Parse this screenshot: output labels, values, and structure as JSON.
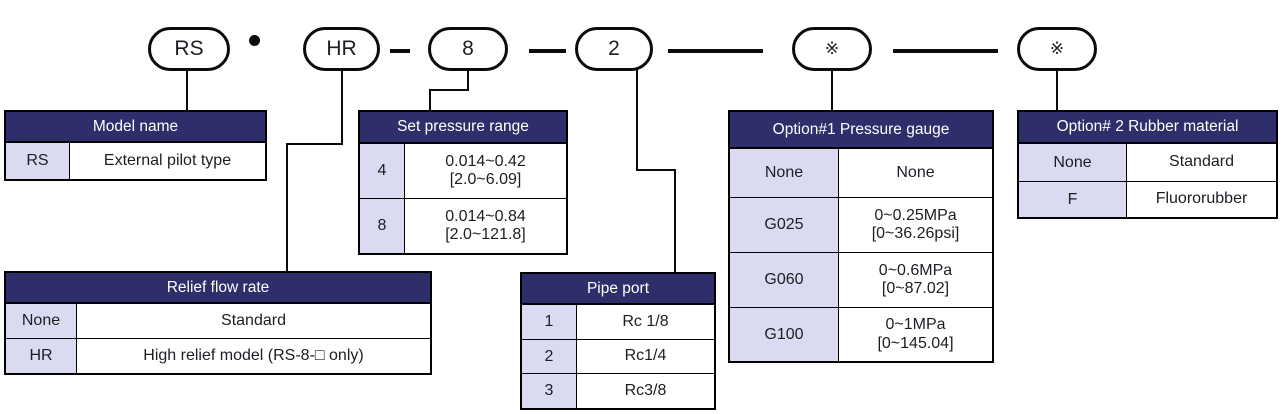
{
  "theme": {
    "header_bg": "#2e2e6a",
    "code_cell_bg": "#dadaf0",
    "header_text": "#ffffff",
    "text": "#1d1d24",
    "line_color": "#0b0b0b"
  },
  "code_segments": [
    {
      "label": "RS"
    },
    {
      "label": "HR"
    },
    {
      "label": "8"
    },
    {
      "label": "2"
    },
    {
      "label": "※"
    },
    {
      "label": "※"
    }
  ],
  "tables": {
    "model_name": {
      "title": "Model name",
      "rows": [
        {
          "code": "RS",
          "desc": "External pilot type"
        }
      ]
    },
    "set_pressure_range": {
      "title": "Set pressure range",
      "rows": [
        {
          "code": "4",
          "line1": "0.014~0.42",
          "line2": "[2.0~6.09]"
        },
        {
          "code": "8",
          "line1": "0.014~0.84",
          "line2": "[2.0~121.8]"
        }
      ]
    },
    "relief_flow_rate": {
      "title": "Relief flow rate",
      "rows": [
        {
          "code": "None",
          "desc": "Standard"
        },
        {
          "code": "HR",
          "desc": "High relief model (RS-8-□ only)"
        }
      ]
    },
    "pipe_port": {
      "title": "Pipe port",
      "rows": [
        {
          "code": "1",
          "desc": "Rc 1/8"
        },
        {
          "code": "2",
          "desc": "Rc1/4"
        },
        {
          "code": "3",
          "desc": "Rc3/8"
        }
      ]
    },
    "option1_pressure_gauge": {
      "title": "Option#1 Pressure gauge",
      "rows": [
        {
          "code": "None",
          "line1": "None",
          "line2": ""
        },
        {
          "code": "G025",
          "line1": "0~0.25MPa",
          "line2": "[0~36.26psi]"
        },
        {
          "code": "G060",
          "line1": "0~0.6MPa",
          "line2": "[0~87.02]"
        },
        {
          "code": "G100",
          "line1": "0~1MPa",
          "line2": "[0~145.04]"
        }
      ]
    },
    "option2_rubber_material": {
      "title": "Option# 2 Rubber material",
      "rows": [
        {
          "code": "None",
          "desc": "Standard"
        },
        {
          "code": "F",
          "desc": "Fluororubber"
        }
      ]
    }
  }
}
